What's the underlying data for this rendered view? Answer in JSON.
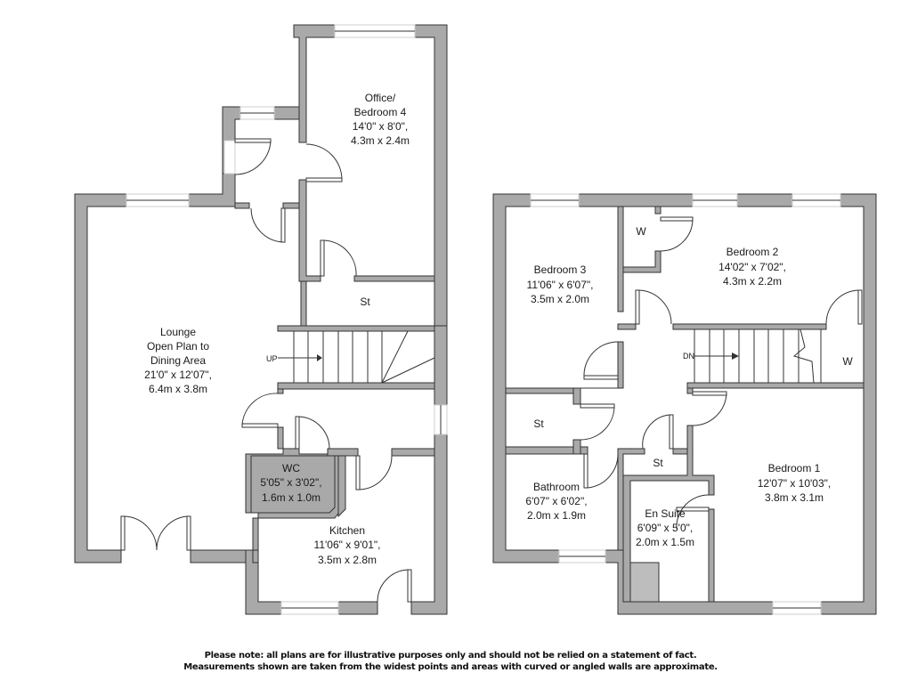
{
  "ground_floor": {
    "rooms": {
      "office": {
        "name1": "Office/",
        "name2": "Bedroom 4",
        "imperial": "14'0\" x 8'0\",",
        "metric": "4.3m x 2.4m"
      },
      "lounge": {
        "name1": "Lounge",
        "name2": "Open Plan to",
        "name3": "Dining Area",
        "imperial": "21'0\" x 12'07\",",
        "metric": "6.4m x 3.8m"
      },
      "store": {
        "name": "St"
      },
      "wc": {
        "name": "WC",
        "imperial": "5'05\" x 3'02\",",
        "metric": "1.6m x 1.0m"
      },
      "kitchen": {
        "name": "Kitchen",
        "imperial": "11'06\" x 9'01\",",
        "metric": "3.5m x 2.8m"
      }
    },
    "stairs_label": "UP"
  },
  "first_floor": {
    "rooms": {
      "bedroom3": {
        "name": "Bedroom 3",
        "imperial": "11'06\" x 6'07\",",
        "metric": "3.5m x 2.0m"
      },
      "bedroom2": {
        "name": "Bedroom 2",
        "imperial": "14'02\" x 7'02\",",
        "metric": "4.3m x 2.2m"
      },
      "wardrobe1": {
        "name": "W"
      },
      "wardrobe2": {
        "name": "W"
      },
      "store1": {
        "name": "St"
      },
      "store2": {
        "name": "St"
      },
      "bathroom": {
        "name": "Bathroom",
        "imperial": "6'07\" x 6'02\",",
        "metric": "2.0m x 1.9m"
      },
      "ensuite": {
        "name": "En Suite",
        "imperial": "6'09\" x 5'0\",",
        "metric": "2.0m x 1.5m"
      },
      "bedroom1": {
        "name": "Bedroom 1",
        "imperial": "12'07\" x 10'03\",",
        "metric": "3.8m x 3.1m"
      }
    },
    "stairs_label": "DN"
  },
  "disclaimer": {
    "line1": "Please note: all plans are for illustrative purposes only and should not be relied on a statement of fact.",
    "line2": "Measurements shown are taken from the widest points and areas with curved or angled walls are approximate."
  },
  "colors": {
    "wall": "#a9a9a9",
    "outline": "#333333",
    "background": "#ffffff"
  }
}
